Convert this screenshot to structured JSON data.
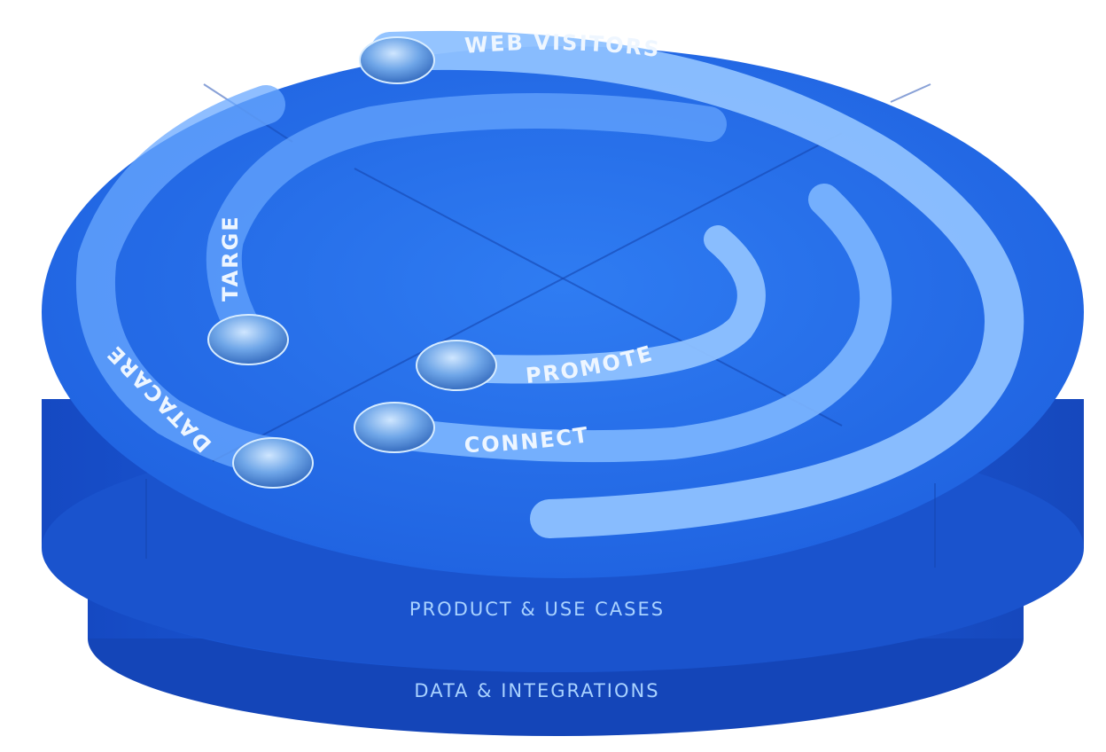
{
  "rings": {
    "web_visitors": "WEB VISITORS",
    "datacare": "DATACARE",
    "target": "TARGET",
    "promote": "PROMOTE",
    "connect": "CONNECT"
  },
  "layers": {
    "product": "PRODUCT & USE CASES",
    "data": "DATA & INTEGRATIONS"
  },
  "colors": {
    "disc_top": "#2a74ee",
    "disc_side": "#1b5ad8",
    "band": "#8ec1ff",
    "label": "#a9d2ff"
  }
}
